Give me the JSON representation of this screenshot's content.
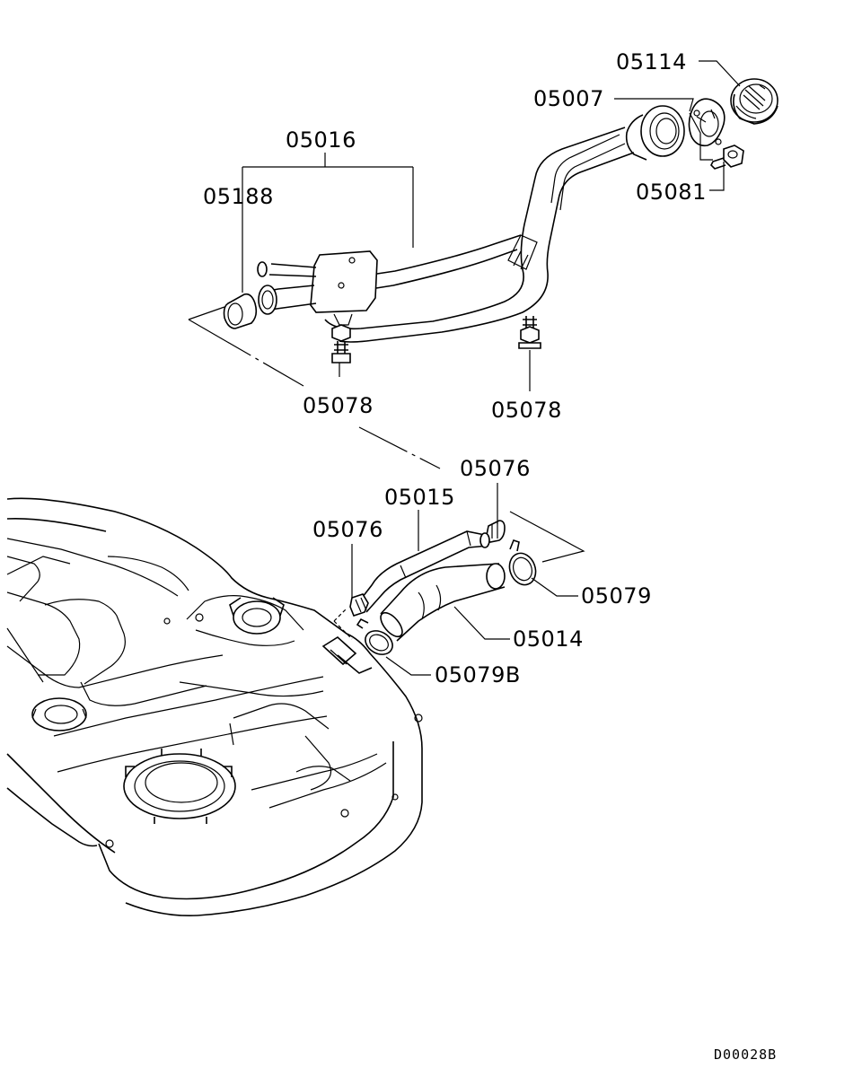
{
  "labels": {
    "p05114": "05114",
    "p05007": "05007",
    "p05016": "05016",
    "p05188": "05188",
    "p05081": "05081",
    "p05078_left": "05078",
    "p05078_right": "05078",
    "p05076_right": "05076",
    "p05015": "05015",
    "p05076_left": "05076",
    "p05079": "05079",
    "p05014": "05014",
    "p05079B": "05079B"
  },
  "drawing_code": "D00028B"
}
